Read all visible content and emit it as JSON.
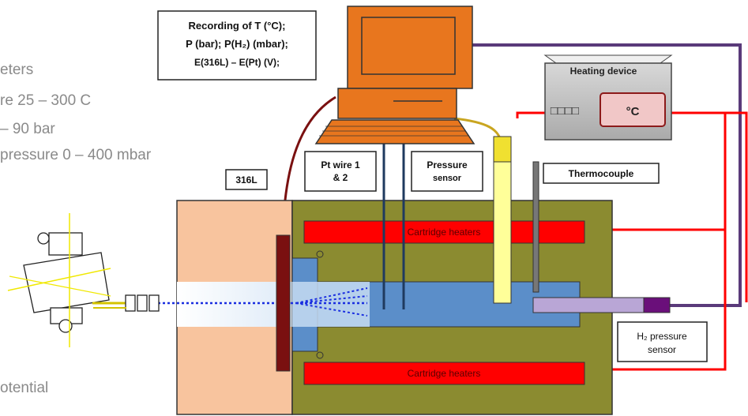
{
  "left_text": {
    "line1": "eters",
    "line2": "re 25 – 300 C",
    "line3": "– 90 bar",
    "line4": "pressure 0 – 400 mbar",
    "line5": "otential"
  },
  "labels": {
    "recording_line1": "Recording of T (°C);",
    "recording_line2": "P (bar); P(H₂) (mbar);",
    "recording_line3": "E(316L) – E(Pt) (V);",
    "heating_device": "Heating device",
    "display_digits": "□□□□",
    "display_unit": "°C",
    "pt_wire_line1": "Pt wire  1",
    "pt_wire_line2": "& 2",
    "pressure_sensor_line1": "Pressure",
    "pressure_sensor_line2": "sensor",
    "thermocouple": "Thermocouple",
    "steel_label": "316L",
    "cartridge_top": "Cartridge heaters",
    "cartridge_bottom": "Cartridge heaters",
    "h2_sensor_line1": "H₂ pressure",
    "h2_sensor_line2": "sensor"
  },
  "colors": {
    "computer": "#e8761e",
    "block": "#8b8b30",
    "side_block": "#f8c49e",
    "heater": "#ff0000",
    "channel": "#5b8ec9",
    "electrode": "#7a1010",
    "purple": "#5a3a7a",
    "yellow_sensor": "#ffff99"
  }
}
